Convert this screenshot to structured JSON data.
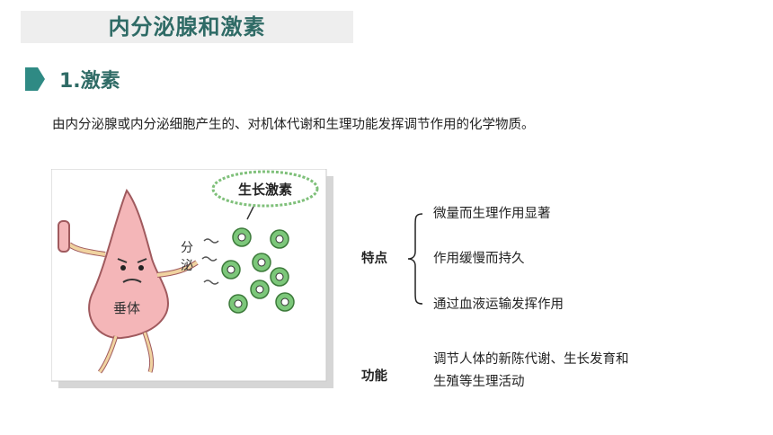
{
  "header": {
    "title": "内分泌腺和激素",
    "accent_color": "#2f6b66"
  },
  "section": {
    "heading": "1.激素",
    "marker_icon": "pentagon-arrow-icon"
  },
  "definition": "由内分泌腺或内分泌细胞产生的、对机体代谢和生理功能发挥调节作用的化学物质。",
  "illustration": {
    "bubble_text": "生长激素",
    "body_text": "垂体",
    "action_text_1": "分",
    "action_text_2": "泌"
  },
  "traits": {
    "label": "特点",
    "items": [
      "微量而生理作用显著",
      "作用缓慢而持久",
      "通过血液运输发挥作用"
    ]
  },
  "function": {
    "label": "功能",
    "line1": "调节人体的新陈代谢、生长发育和",
    "line2": "生殖等生理活动"
  }
}
